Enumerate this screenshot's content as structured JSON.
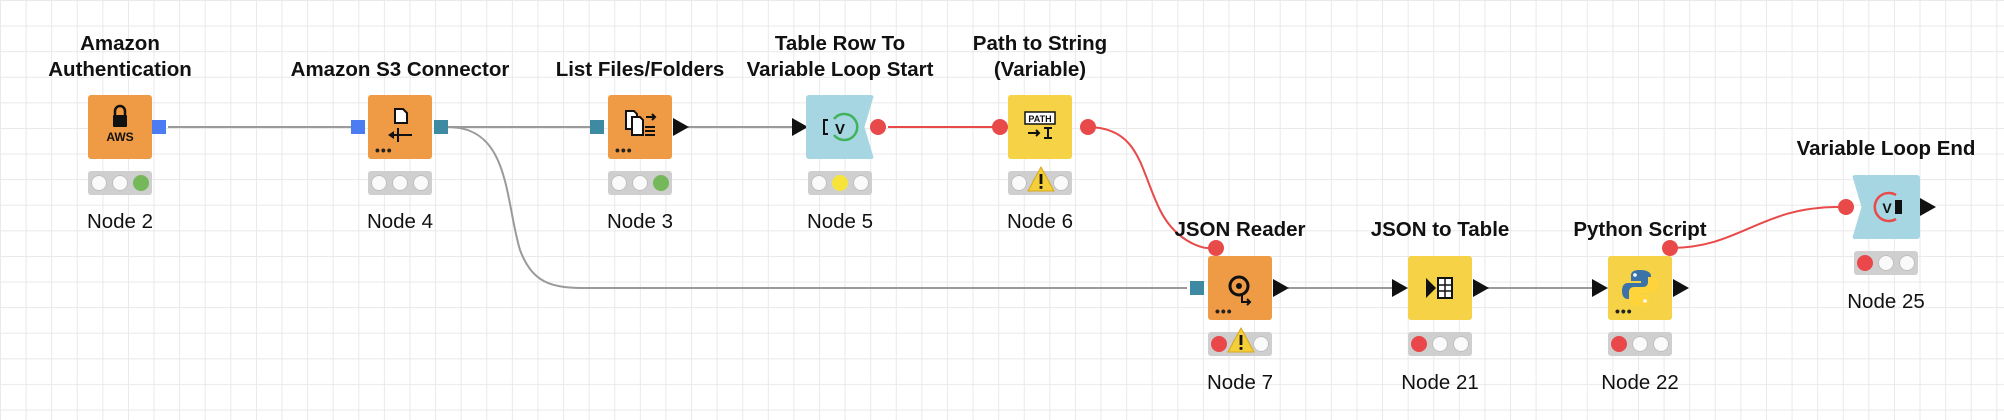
{
  "nodes": {
    "amazon_auth": {
      "title_line1": "Amazon",
      "title_line2": "Authentication",
      "label": "Node 2",
      "icon": "aws-lock-icon",
      "status": [
        "off",
        "off",
        "green"
      ]
    },
    "s3_connector": {
      "title": "Amazon S3 Connector",
      "label": "Node 4",
      "icon": "file-connector-icon",
      "status": [
        "off",
        "off",
        "off"
      ]
    },
    "list_files": {
      "title": "List Files/Folders",
      "label": "Node 3",
      "icon": "list-files-icon",
      "status": [
        "off",
        "off",
        "green"
      ]
    },
    "table_row_loop": {
      "title_line1": "Table Row To",
      "title_line2": "Variable Loop Start",
      "label": "Node 5",
      "icon": "loop-start-icon",
      "status": [
        "off",
        "yellow",
        "off"
      ]
    },
    "path_to_string": {
      "title_line1": "Path to String",
      "title_line2": "(Variable)",
      "label": "Node 6",
      "icon": "path-to-string-icon",
      "status": [
        "off",
        "off",
        "off"
      ],
      "warning": true
    },
    "json_reader": {
      "title": "JSON Reader",
      "label": "Node 7",
      "icon": "json-reader-icon",
      "status": [
        "red",
        "off",
        "off"
      ],
      "warning": true
    },
    "json_to_table": {
      "title": "JSON to Table",
      "label": "Node 21",
      "icon": "json-to-table-icon",
      "status": [
        "red",
        "off",
        "off"
      ]
    },
    "python_script": {
      "title": "Python Script",
      "label": "Node 22",
      "icon": "python-icon",
      "status": [
        "red",
        "off",
        "off"
      ]
    },
    "loop_end": {
      "title": "Variable Loop End",
      "label": "Node 25",
      "icon": "loop-end-icon",
      "status": [
        "red",
        "off",
        "off"
      ]
    }
  },
  "icons": {
    "aws_text": "AWS",
    "path_text": "PATH",
    "loop_v": "V"
  },
  "colors": {
    "source_node": "#ef9b45",
    "manipulator_node": "#f5d246",
    "loop_node": "#a7d6e3",
    "variable_port": "#e84a4a",
    "credential_port": "#4c7cf2",
    "filesystem_port": "#3d8aa2",
    "data_port": "#111111"
  }
}
